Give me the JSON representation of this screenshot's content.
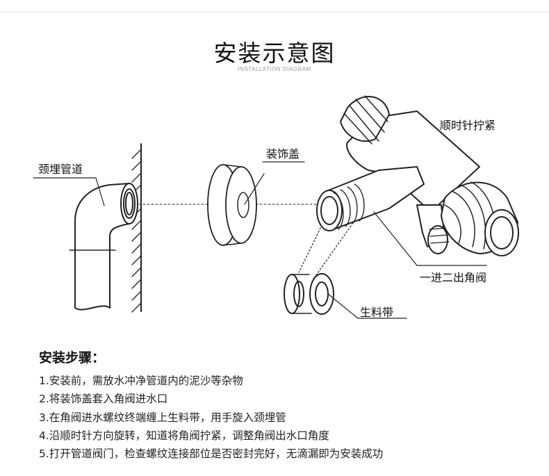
{
  "header": {
    "title": "安装示意图",
    "subtitle": "INSTALLATION DIAGRAM"
  },
  "diagram": {
    "labels": {
      "embedded_pipe": "颈埋管道",
      "decorative_cover": "装饰盖",
      "tighten_clockwise": "顺时针拧紧",
      "angle_valve": "一进二出角阀",
      "ptfe_tape": "生料带"
    }
  },
  "steps": {
    "title": "安装步骤：",
    "items": [
      "1.安装前，需放水冲净管道内的泥沙等杂物",
      "2.将装饰盖套入角阀进水口",
      "3.在角阀进水螺纹终端缠上生料带，用手旋入颈埋管",
      "4.沿顺时针方向旋转，知道将角阀拧紧，调整角阀出水口角度",
      "5.打开管道阀门，检查螺纹连接部位是否密封完好，无滴漏即为安装成功"
    ]
  }
}
